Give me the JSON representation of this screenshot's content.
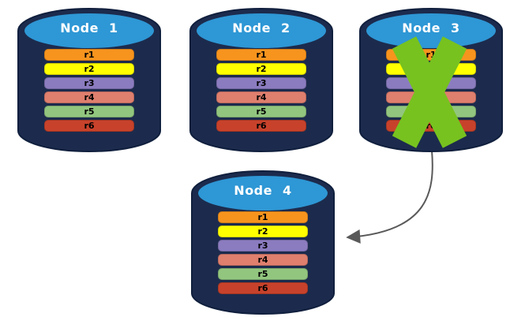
{
  "diagram": {
    "description": "Database replication diagram: four database node cylinders with replicated rows; failed Node 3 is crossed out and its data is replicated to Node 4"
  },
  "nodes": [
    {
      "id": "node-1",
      "label": "Node 1",
      "crossed_out": false,
      "rows": [
        "r1",
        "r2",
        "r3",
        "r4",
        "r5",
        "r6"
      ]
    },
    {
      "id": "node-2",
      "label": "Node 2",
      "crossed_out": false,
      "rows": [
        "r1",
        "r2",
        "r3",
        "r4",
        "r5",
        "r6"
      ]
    },
    {
      "id": "node-3",
      "label": "Node 3",
      "crossed_out": true,
      "rows": [
        "r1",
        "r2",
        "r3",
        "r4",
        "r5",
        "r6"
      ]
    },
    {
      "id": "node-4",
      "label": "Node 4",
      "crossed_out": false,
      "rows": [
        "r1",
        "r2",
        "r3",
        "r4",
        "r5",
        "r6"
      ]
    }
  ],
  "row_colors": {
    "r1": "#F7941E",
    "r2": "#FFFF00",
    "r3": "#8B7CC0",
    "r4": "#DF7F6E",
    "r5": "#92C67F",
    "r6": "#C8422B"
  },
  "colors": {
    "cylinder_body": "#1C2B4D",
    "cylinder_outline": "#101F3D",
    "cylinder_top": "#2E97D5",
    "node_label_text": "#FFFFFF",
    "row_text": "#000000",
    "failure_x": "#77C21F",
    "arrow": "#595959",
    "background": "#FFFFFF"
  },
  "annotations": {
    "failure_x": {
      "icon": "x-mark-icon",
      "over_node": "Node 3",
      "color": "#77C21F"
    },
    "arrow": {
      "from": "Node 3",
      "to": "Node 4",
      "color": "#595959",
      "style": "curved"
    }
  }
}
